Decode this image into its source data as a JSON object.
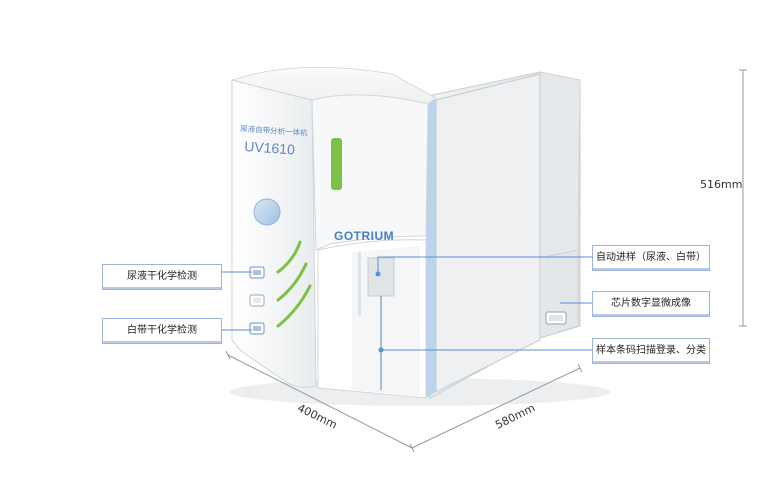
{
  "product": {
    "title_cn": "尿液自带分析一体机",
    "model": "UV1610",
    "brand": "GOTRIUM"
  },
  "callouts": {
    "urine_test": "尿液干化学检测",
    "leucorrhea_test": "白带干化学检测",
    "auto_sample": "自动进样（尿液、白带）",
    "chip_imaging": "芯片数字显微成像",
    "barcode": "样本条码扫描登录、分类"
  },
  "dimensions": {
    "height": "516mm",
    "width": "400mm",
    "depth": "580mm"
  },
  "colors": {
    "accent_green": "#7bc142",
    "accent_blue": "#5b8ed6",
    "brand_text": "#4a7fc1",
    "body": "#f2f4f5"
  }
}
